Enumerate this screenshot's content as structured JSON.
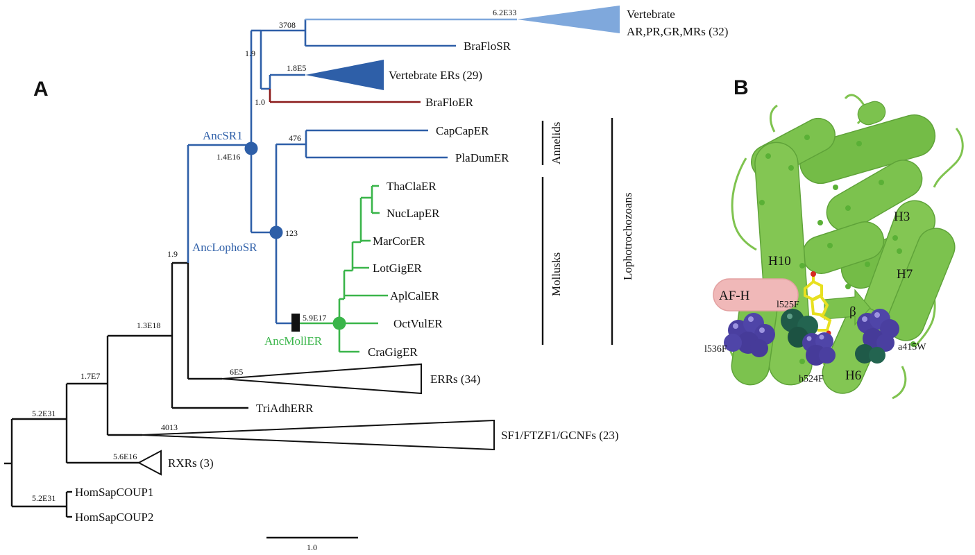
{
  "panels": {
    "a": "A",
    "b": "B"
  },
  "tips": {
    "vert_ar_line1": "Vertebrate",
    "vert_ar_line2": "AR,PR,GR,MRs (32)",
    "braflosr": "BraFloSR",
    "vert_er": "Vertebrate ERs (29)",
    "bractoer": "BraFloER",
    "capcaper": "CapCapER",
    "pladumer": "PlaDumER",
    "thaclaer": "ThaClaER",
    "nuclaper": "NucLapER",
    "marcorer": "MarCorER",
    "lotgiger": "LotGigER",
    "aplcaler": "AplCalER",
    "octvuler": "OctVulER",
    "cragiger": "CraGigER",
    "errs": "ERRs (34)",
    "triadherr": "TriAdhERR",
    "sf1": "SF1/FTZF1/GCNFs (23)",
    "rxrs": "RXRs (3)",
    "coup1": "HomSapCOUP1",
    "coup2": "HomSapCOUP2"
  },
  "support": {
    "s_6_2e33": "6.2E33",
    "s_3708": "3708",
    "s_1_9a": "1.9",
    "s_1_8e5": "1.8E5",
    "s_1_0": "1.0",
    "s_1_4e16": "1.4E16",
    "s_476": "476",
    "s_123": "123",
    "s_1_9b": "1.9",
    "s_5_9e17": "5.9E17",
    "s_1_3e18": "1.3E18",
    "s_6e5": "6E5",
    "s_1_7e7": "1.7E7",
    "s_4013": "4013",
    "s_5_2e31a": "5.2E31",
    "s_5_6e16": "5.6E16",
    "s_5_2e31b": "5.2E31"
  },
  "nodes": {
    "ancsr1": "AncSR1",
    "anclophosr": "AncLophoSR",
    "ancmoller": "AncMollER"
  },
  "clades": {
    "annelids": "Annelids",
    "mollusks": "Mollusks",
    "lophotrochozoans": "Lophotrochozoans"
  },
  "scale": {
    "label": "1.0"
  },
  "structure": {
    "af_h": "AF-H",
    "h10": "H10",
    "h3": "H3",
    "h7": "H7",
    "h6": "H6",
    "beta": "β",
    "l525f": "l525F",
    "l536f": "l536F",
    "h524f": "h524F",
    "a415w": "a415W"
  },
  "colors": {
    "tree_black": "#111111",
    "tree_blue": "#2e5fa8",
    "tree_lightblue": "#7fa8dc",
    "tree_green": "#3ab54a",
    "tree_red": "#8b1a1a",
    "node_blue": "#2e5fa8",
    "node_green": "#3ab54a",
    "protein_green": "#7fc34f",
    "sphere_purple": "#4a3fa0",
    "sphere_teal": "#1f5a48",
    "afh_pink": "#f0b8b8",
    "ligand_yellow": "#e8e020"
  }
}
